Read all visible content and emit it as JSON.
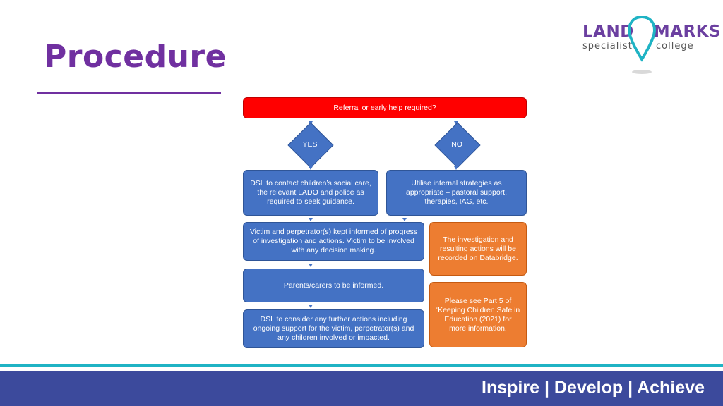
{
  "slide": {
    "title": "Procedure"
  },
  "logo": {
    "wordmark_left": "LAND",
    "wordmark_m": "M",
    "wordmark_right": "ARKS",
    "sub_left": "specialist",
    "sub_right": "college",
    "colors": {
      "purple": "#6b3fa0",
      "teal": "#1fb3c4"
    }
  },
  "flowchart": {
    "top": "Referral or early help required?",
    "yes": "YES",
    "no": "NO",
    "yes_action": "DSL to contact children’s social care, the relevant LADO and police as required to seek guidance.",
    "no_action": "Utilise internal strategies as appropriate – pastoral support, therapies, IAG, etc.",
    "step_informed": "Victim and perpetrator(s) kept informed of progress of investigation and actions. Victim to be involved with any decision making.",
    "step_recorded": "The investigation and resulting actions will be recorded on Databridge.",
    "step_parents": "Parents/carers to be informed.",
    "step_kcsie": "Please see Part 5 of ‘Keeping Children Safe in Education (2021) for more information.",
    "step_dsl": "DSL to consider any further actions including ongoing support for the victim, perpetrator(s) and any children involved or impacted."
  },
  "footer": {
    "tagline": "Inspire | Develop | Achieve"
  }
}
